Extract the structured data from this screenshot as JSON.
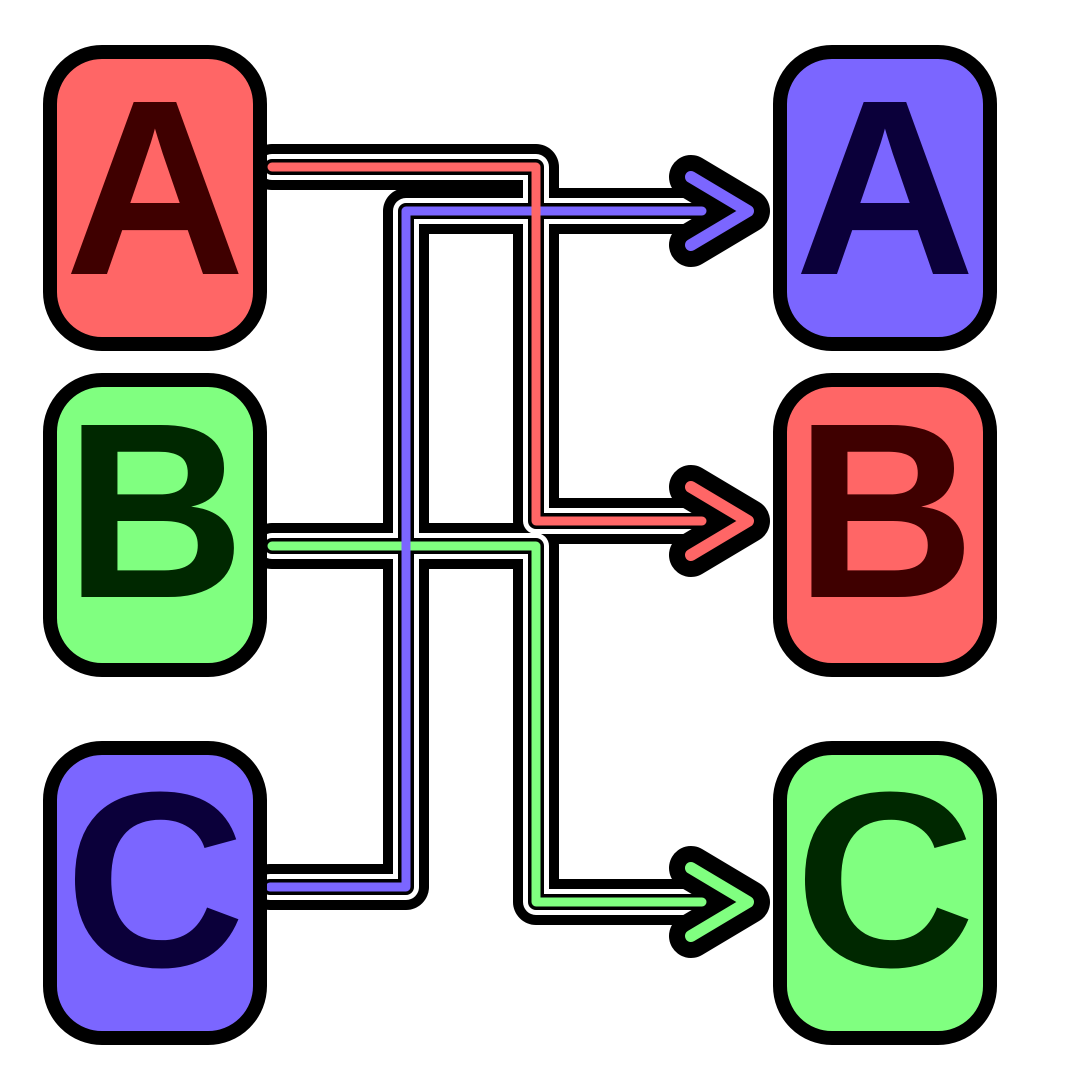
{
  "colors": {
    "red_fill": "#ff6666",
    "green_fill": "#80ff80",
    "blue_fill": "#7b66ff",
    "red_text": "#3f0000",
    "green_text": "#002800",
    "blue_text": "#0b003a",
    "outline": "#000000",
    "red_path": "#ff6666",
    "green_path": "#80ff80",
    "blue_path": "#7b66ff"
  },
  "source_nodes": [
    {
      "id": "src-a",
      "label": "A",
      "fill": "red"
    },
    {
      "id": "src-b",
      "label": "B",
      "fill": "green"
    },
    {
      "id": "src-c",
      "label": "C",
      "fill": "blue"
    }
  ],
  "target_nodes": [
    {
      "id": "tgt-a",
      "label": "A",
      "fill": "blue"
    },
    {
      "id": "tgt-b",
      "label": "B",
      "fill": "red"
    },
    {
      "id": "tgt-c",
      "label": "C",
      "fill": "green"
    }
  ],
  "connections": [
    {
      "from": "A",
      "to": "B",
      "color": "red"
    },
    {
      "from": "B",
      "to": "C",
      "color": "green"
    },
    {
      "from": "C",
      "to": "A",
      "color": "blue"
    }
  ]
}
